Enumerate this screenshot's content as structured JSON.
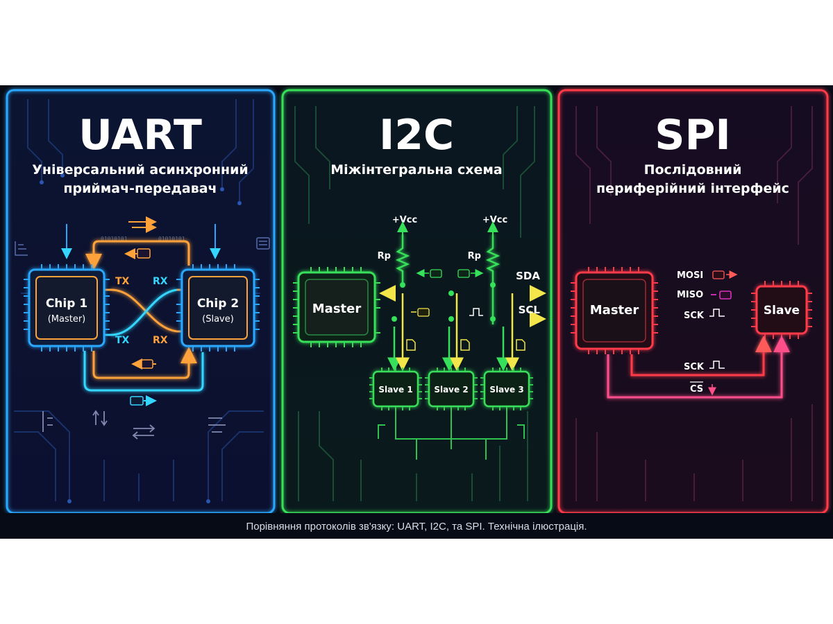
{
  "colors": {
    "background": "#070b16",
    "uart": "#2aa8ff",
    "i2c": "#37e05a",
    "spi": "#ff3a4a",
    "orange": "#ffa23a",
    "yellow": "#f2e64a",
    "cyan": "#34d6ff",
    "magenta": "#ff3adf",
    "pink": "#ff4f8a"
  },
  "uart": {
    "title": "UART",
    "subtitle_line1": "Універсальний асинхронний",
    "subtitle_line2": "приймач-передавач",
    "chip1_name": "Chip 1",
    "chip1_role": "(Master)",
    "chip2_name": "Chip 2",
    "chip2_role": "(Slave)",
    "tx": "TX",
    "rx": "RX",
    "binary_text": "01010101"
  },
  "i2c": {
    "title": "I2C",
    "subtitle": "Міжінтегральна схема",
    "master": "Master",
    "vcc": "+Vcc",
    "rp": "Rp",
    "sda": "SDA",
    "scl": "SCL",
    "slaves": [
      "Slave 1",
      "Slave 2",
      "Slave 3"
    ]
  },
  "spi": {
    "title": "SPI",
    "subtitle_line1": "Послідовний",
    "subtitle_line2": "периферійний інтерфейс",
    "master": "Master",
    "slave": "Slave",
    "mosi": "MOSI",
    "miso": "MISO",
    "sck": "SCK",
    "cs": "CS"
  },
  "caption": "Порівняння протоколів зв'язку: UART, I2C, та SPI. Технічна ілюстрація."
}
